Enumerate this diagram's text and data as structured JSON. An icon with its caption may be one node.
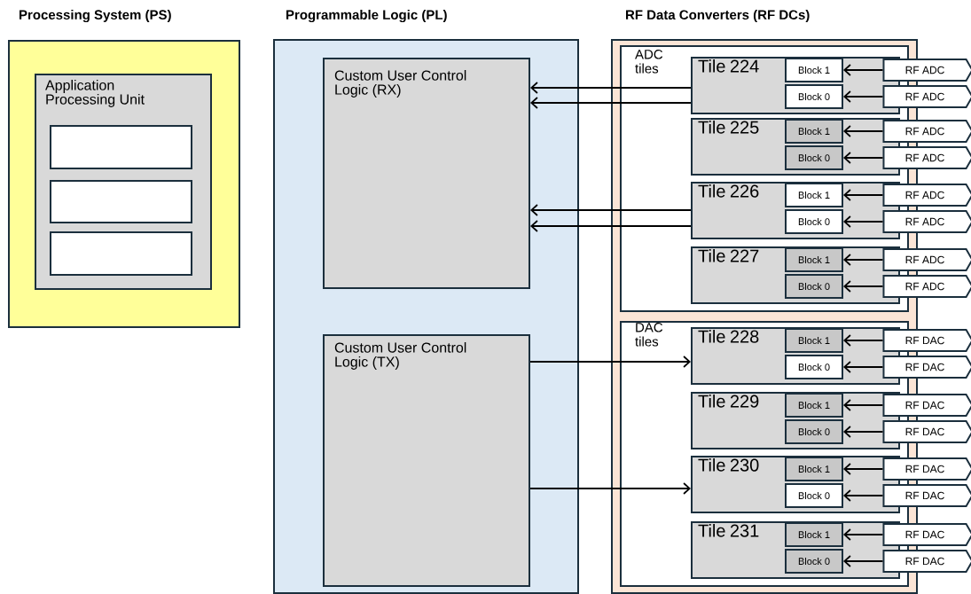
{
  "diagram": {
    "nodes": [
      {
        "text": [
          "Processing System (PS)"
        ]
      },
      {
        "text": [
          "Application Processing Unit"
        ],
        "in": 0
      },
      {
        "text": [],
        "shape": "box",
        "in": 1
      },
      {
        "text": [],
        "shape": "box",
        "in": 1
      },
      {
        "text": [],
        "shape": "box",
        "in": 1
      },
      {
        "text": [
          "Programmable Logic (PL)"
        ]
      },
      {
        "text": [
          "Custom User Control Logic (RX)"
        ],
        "in": 5
      },
      {
        "text": [
          "Custom User Control Logic (TX)"
        ],
        "in": 5
      },
      {
        "text": [
          "RF Data Converters (RF DCs)"
        ]
      },
      {
        "text": [
          "ADC tiles"
        ],
        "in": 8
      },
      {
        "text": [
          "Tile 224"
        ],
        "in": 9
      },
      {
        "text": [
          "Block 1"
        ],
        "in": 10
      },
      {
        "text": [
          "Block 0"
        ],
        "in": 10
      },
      {
        "text": [
          "Tile 225"
        ],
        "in": 9
      },
      {
        "text": [
          "Block 1"
        ],
        "in": 13
      },
      {
        "text": [
          "Block 0"
        ],
        "in": 13
      },
      {
        "text": [
          "Tile 226"
        ],
        "in": 9
      },
      {
        "text": [
          "Block 1"
        ],
        "in": 16
      },
      {
        "text": [
          "Block 0"
        ],
        "in": 16
      },
      {
        "text": [
          "Tile 227"
        ],
        "in": 9
      },
      {
        "text": [
          "Block 1"
        ],
        "in": 19
      },
      {
        "text": [
          "Block 0"
        ],
        "in": 19
      },
      {
        "text": [
          "DAC tiles"
        ],
        "in": 8
      },
      {
        "text": [
          "Tile 228"
        ],
        "in": 22
      },
      {
        "text": [
          "Block 1"
        ],
        "in": 23
      },
      {
        "text": [
          "Block 0"
        ],
        "in": 23
      },
      {
        "text": [
          "Tile 229"
        ],
        "in": 22
      },
      {
        "text": [
          "Block 1"
        ],
        "in": 26
      },
      {
        "text": [
          "Block 0"
        ],
        "in": 26
      },
      {
        "text": [
          "Tile 230"
        ],
        "in": 22
      },
      {
        "text": [
          "Block 1"
        ],
        "in": 29
      },
      {
        "text": [
          "Block 0"
        ],
        "in": 29
      },
      {
        "text": [
          "Tile 231"
        ],
        "in": 22
      },
      {
        "text": [
          "Block 1"
        ],
        "in": 32
      },
      {
        "text": [
          "Block 0"
        ],
        "in": 32
      },
      {
        "text": [
          "RF ADC"
        ]
      },
      {
        "text": [
          "RF ADC"
        ]
      },
      {
        "text": [
          "RF ADC"
        ]
      },
      {
        "text": [
          "RF ADC"
        ]
      },
      {
        "text": [
          "RF ADC"
        ]
      },
      {
        "text": [
          "RF ADC"
        ]
      },
      {
        "text": [
          "RF ADC"
        ]
      },
      {
        "text": [
          "RF ADC"
        ]
      },
      {
        "text": [
          "RF DAC"
        ]
      },
      {
        "text": [
          "RF DAC"
        ]
      },
      {
        "text": [
          "RF DAC"
        ]
      },
      {
        "text": [
          "RF DAC"
        ]
      },
      {
        "text": [
          "RF DAC"
        ]
      },
      {
        "text": [
          "RF DAC"
        ]
      },
      {
        "text": [
          "RF DAC"
        ]
      },
      {
        "text": [
          "RF DAC"
        ]
      }
    ],
    "edges": [
      {
        "from": 35,
        "to": 11,
        "arrow": "to"
      },
      {
        "from": 36,
        "to": 12,
        "arrow": "to"
      },
      {
        "from": 37,
        "to": 14,
        "arrow": "to"
      },
      {
        "from": 38,
        "to": 15,
        "arrow": "to"
      },
      {
        "from": 39,
        "to": 17,
        "arrow": "to"
      },
      {
        "from": 40,
        "to": 18,
        "arrow": "to"
      },
      {
        "from": 41,
        "to": 20,
        "arrow": "to"
      },
      {
        "from": 42,
        "to": 21,
        "arrow": "to"
      },
      {
        "from": 43,
        "to": 24,
        "arrow": "to"
      },
      {
        "from": 44,
        "to": 25,
        "arrow": "to"
      },
      {
        "from": 45,
        "to": 27,
        "arrow": "to"
      },
      {
        "from": 46,
        "to": 28,
        "arrow": "to"
      },
      {
        "from": 47,
        "to": 30,
        "arrow": "to"
      },
      {
        "from": 48,
        "to": 31,
        "arrow": "to"
      },
      {
        "from": 49,
        "to": 33,
        "arrow": "to"
      },
      {
        "from": 50,
        "to": 34,
        "arrow": "to"
      },
      {
        "from": 10,
        "to": 6,
        "arrow": "to"
      },
      {
        "from": 10,
        "to": 6,
        "arrow": "to"
      },
      {
        "from": 16,
        "to": 6,
        "arrow": "to"
      },
      {
        "from": 16,
        "to": 6,
        "arrow": "to"
      },
      {
        "from": 7,
        "to": 23,
        "arrow": "to"
      },
      {
        "from": 7,
        "to": 29,
        "arrow": "to"
      }
    ]
  }
}
